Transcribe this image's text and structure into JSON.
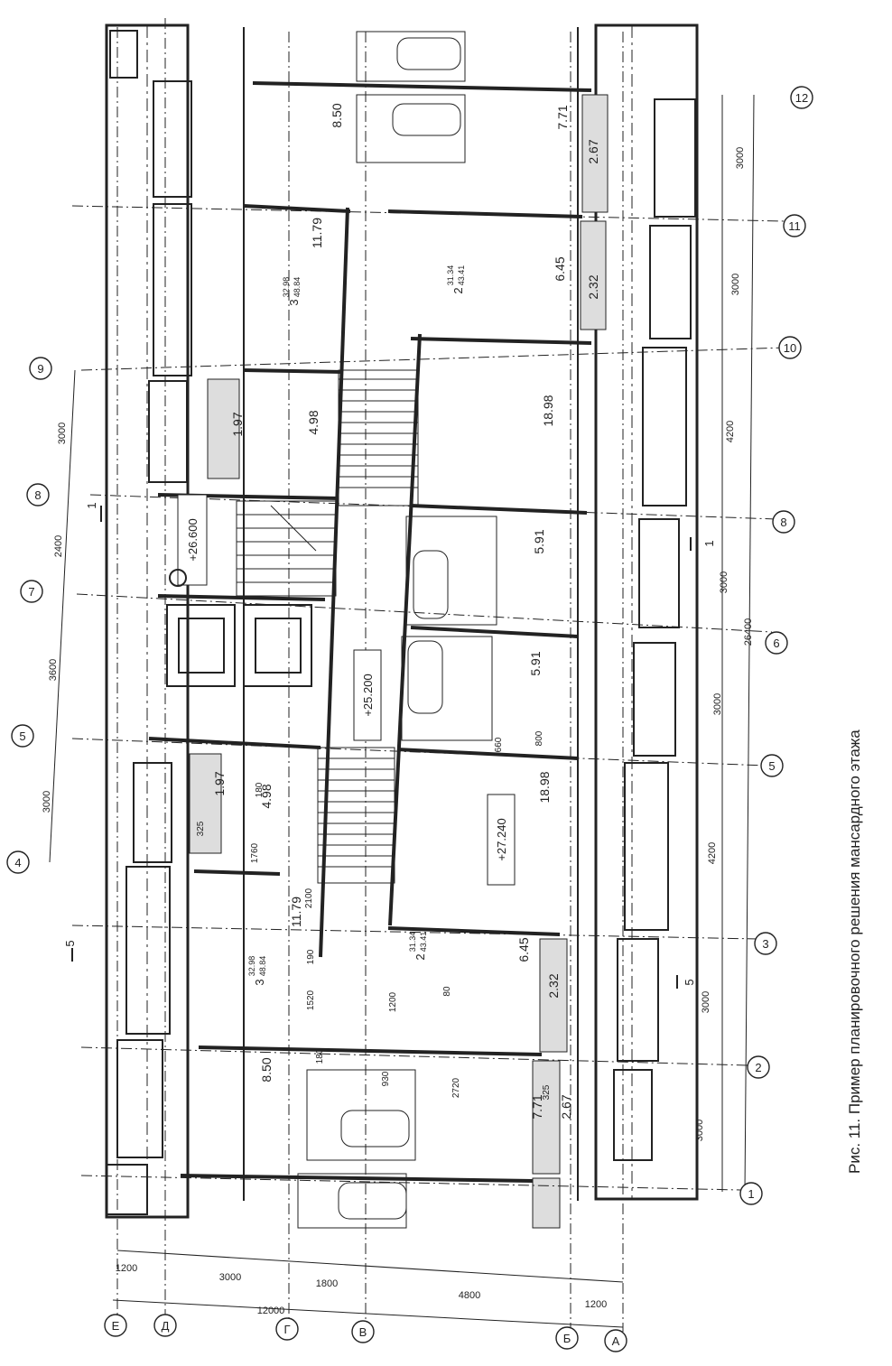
{
  "caption": "Рис. 11. Пример планировочного решения мансардного этажа",
  "axes": {
    "top_numbers": [
      "9",
      "8",
      "7",
      "5",
      "4"
    ],
    "bottom_numbers": [
      "12",
      "11",
      "10",
      "8",
      "6",
      "5",
      "3",
      "2",
      "1"
    ],
    "letters": [
      "Е",
      "Д",
      "Г",
      "В",
      "Б",
      "А"
    ]
  },
  "dimensions": {
    "top": [
      "3000",
      "2400",
      "3600",
      "3000"
    ],
    "bottom": [
      "3000",
      "3000",
      "4200",
      "3000",
      "3000",
      "4200",
      "3000",
      "3000"
    ],
    "overall": "26400",
    "left_1": [
      "1200",
      "3000",
      "1800",
      "4800",
      "1200"
    ],
    "left_total": "12000",
    "inner": [
      "1760",
      "180",
      "325",
      "2100",
      "190",
      "1520",
      "180",
      "1200",
      "80",
      "930",
      "2720",
      "325",
      "660",
      "800"
    ]
  },
  "levels": [
    "+26.600",
    "+25.200",
    "+27.240"
  ],
  "section_marks": [
    "1",
    "1",
    "5",
    "5"
  ],
  "rooms": [
    {
      "area": "8.50"
    },
    {
      "area": "11.79"
    },
    {
      "area": "4.98"
    },
    {
      "area": "1.97"
    },
    {
      "area": "7.71"
    },
    {
      "area": "2.67"
    },
    {
      "area": "6.45"
    },
    {
      "area": "2.32"
    },
    {
      "area": "18.98"
    },
    {
      "area": "5.91"
    },
    {
      "area": "5.91"
    },
    {
      "area": "18.98"
    },
    {
      "area": "6.45"
    },
    {
      "area": "2.32"
    },
    {
      "area": "11.79"
    },
    {
      "area": "4.98"
    },
    {
      "area": "1.97"
    },
    {
      "area": "8.50"
    },
    {
      "area": "7.71"
    },
    {
      "area": "2.67"
    }
  ],
  "apartments": [
    {
      "num": "3",
      "frac_top": "32.98",
      "frac_bot": "48.84"
    },
    {
      "num": "2",
      "frac_top": "31.34",
      "frac_bot": "43.41"
    },
    {
      "num": "3",
      "frac_top": "32.98",
      "frac_bot": "48.84"
    },
    {
      "num": "2",
      "frac_top": "31.34",
      "frac_bot": "43.41"
    }
  ]
}
